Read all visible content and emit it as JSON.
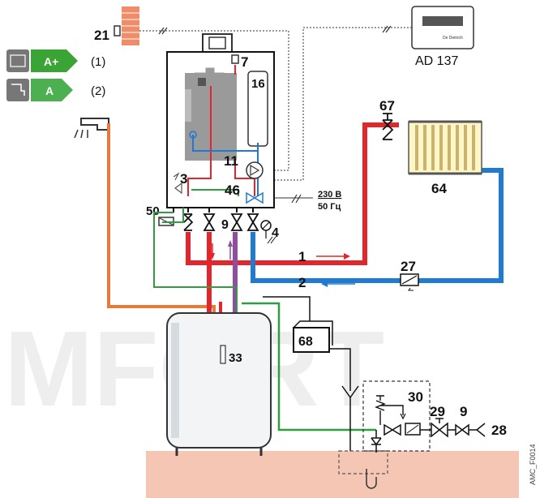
{
  "watermark": "MFORT",
  "energy": {
    "heating_class": "A+",
    "heating_note": "(1)",
    "dhw_class": "A",
    "dhw_note": "(2)",
    "color_aplus": "#3aa535",
    "color_a": "#4caf50"
  },
  "labels": {
    "sensor_outdoor": "21",
    "controller_name": "AD 137",
    "controller_brand": "De Dietrich",
    "n7": "7",
    "n16": "16",
    "n11": "11",
    "n3": "3",
    "n46": "46",
    "n50": "50",
    "n9a": "9",
    "n4": "4",
    "n67": "67",
    "n64": "64",
    "flow1": "1",
    "flow2": "2",
    "n27": "27",
    "n68": "68",
    "n33": "33",
    "n30": "30",
    "n29": "29",
    "n9b": "9",
    "n28": "28",
    "voltage": "230 В",
    "frequency": "50 Гц",
    "code": "AMC_F0014"
  },
  "colors": {
    "hot": "#e3262b",
    "cold": "#1f7ad1",
    "purple": "#8e4fa3",
    "green": "#2e9e3f",
    "orange": "#e37b3c",
    "floor": "#f5c6b4",
    "brick": "#f08c6a"
  }
}
